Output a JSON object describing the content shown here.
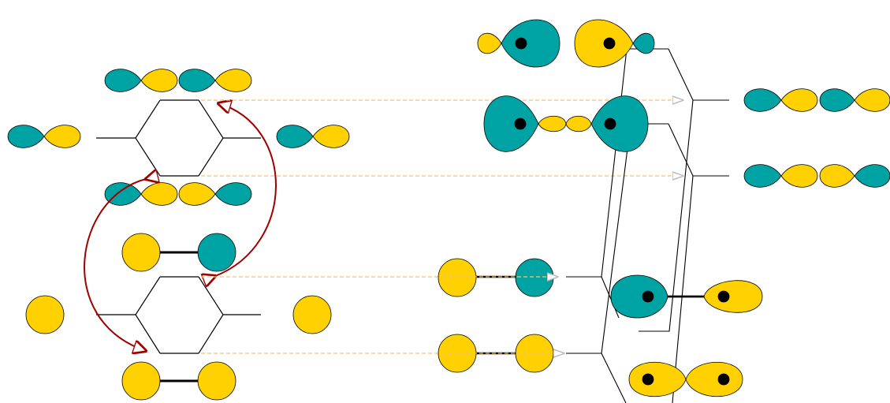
{
  "colors": {
    "teal": "#00A3A3",
    "yellow": "#FFD100",
    "level_line": "#000000",
    "correlation_dash": "#F5C46A",
    "arrow_head": "#D8D8D8",
    "curved_arrow": "#A00000",
    "nucleus": "#000000"
  },
  "diagram": {
    "type": "molecular-orbital-correlation-diagram",
    "left_panel": {
      "pi_system": {
        "levels": [
          "upper",
          "lower"
        ],
        "side_orbitals": [
          "p-orbital-left",
          "p-orbital-right"
        ]
      },
      "sigma_system": {
        "levels": [
          "upper",
          "lower"
        ],
        "side_orbitals": [
          "s-orbital-left",
          "s-orbital-right"
        ]
      },
      "curved_arrows": [
        "pi-lower-to-sigma-lower",
        "sigma-upper-to-pi-upper"
      ]
    },
    "right_panel": {
      "levels": [
        "sigma-star",
        "pi-star",
        "pi",
        "sigma"
      ],
      "nucleus_markers": true
    }
  }
}
